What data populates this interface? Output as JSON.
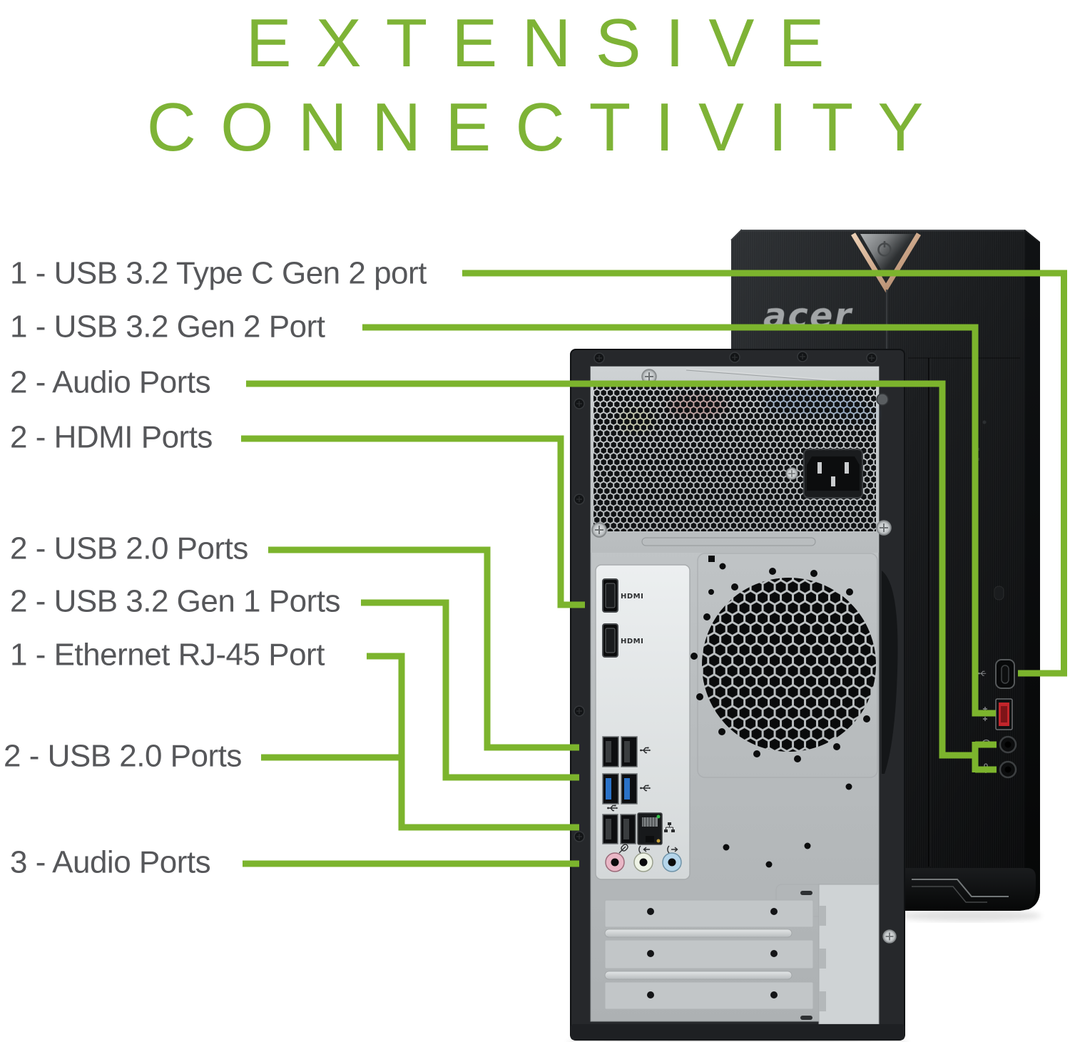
{
  "title": {
    "line1": "EXTENSIVE",
    "line2": "CONNECTIVITY"
  },
  "labels": [
    {
      "text": "1 - USB 3.2 Type C Gen 2 port",
      "target": "usb-c-port"
    },
    {
      "text": "1 - USB 3.2 Gen 2 Port",
      "target": "usb-red-port"
    },
    {
      "text": "2 - Audio Ports",
      "target": "front-audio-jacks"
    },
    {
      "text": "2 - HDMI Ports",
      "target": "hdmi-ports"
    },
    {
      "text": "2 - USB 2.0 Ports",
      "target": "rear-usb20-top-pair"
    },
    {
      "text": "2 - USB 3.2 Gen 1 Ports",
      "target": "rear-usb32-gen1-pair"
    },
    {
      "text": "1 - Ethernet RJ-45 Port",
      "target": "ethernet-port"
    },
    {
      "text": "2 - USB 2.0 Ports",
      "target": "rear-usb20-bottom-pair"
    },
    {
      "text": "3 - Audio Ports",
      "target": "rear-audio-jacks"
    }
  ],
  "device": {
    "brand": "acer",
    "hdmi_label": "HDMI"
  },
  "icons": {
    "power-icon": "⏻",
    "usb-icon": "trident",
    "network-icon": "lan-nodes",
    "mic-icon": "microphone",
    "line-in-icon": "(·←",
    "line-out-icon": "(·→",
    "headphone-icon": "headphones",
    "kensington-lock-icon": "lock-slot"
  },
  "colors": {
    "accent_green": "#7cb42d",
    "title_green": "#7eb336",
    "label_gray": "#56575a",
    "copper": "#cfa98c",
    "usb3_blue": "#2a72c8",
    "usb_red": "#c2252b"
  }
}
